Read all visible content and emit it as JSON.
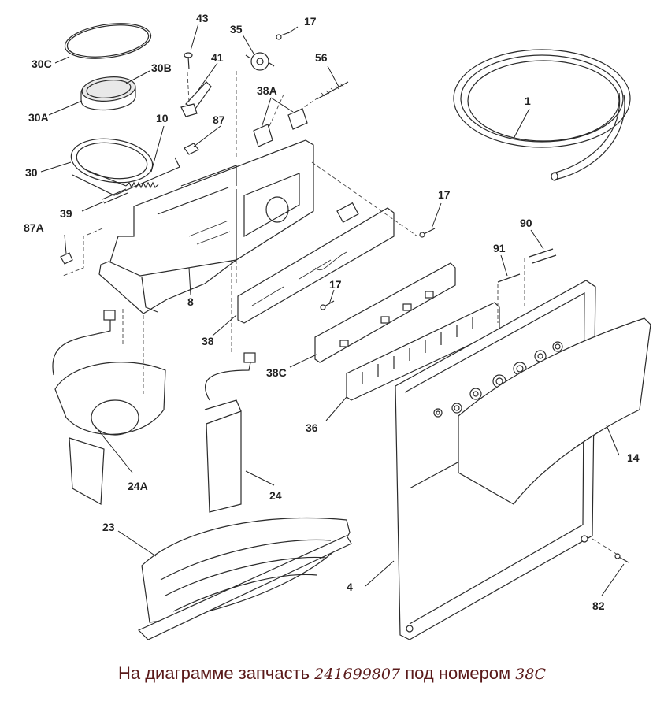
{
  "labels": {
    "p1": "1",
    "p4": "4",
    "p8": "8",
    "p10": "10",
    "p14": "14",
    "p17a": "17",
    "p17b": "17",
    "p17c": "17",
    "p23": "23",
    "p24": "24",
    "p24a": "24A",
    "p30": "30",
    "p30a": "30A",
    "p30b": "30B",
    "p30c": "30C",
    "p35": "35",
    "p36": "36",
    "p38": "38",
    "p38a": "38A",
    "p38c": "38C",
    "p39": "39",
    "p41": "41",
    "p43": "43",
    "p56": "56",
    "p82": "82",
    "p87": "87",
    "p87a": "87A",
    "p90": "90",
    "p91": "91"
  },
  "caption": {
    "prefix": "На диаграмме запчасть",
    "part_number": "241699807",
    "middle": "под номером",
    "position": "38C"
  }
}
